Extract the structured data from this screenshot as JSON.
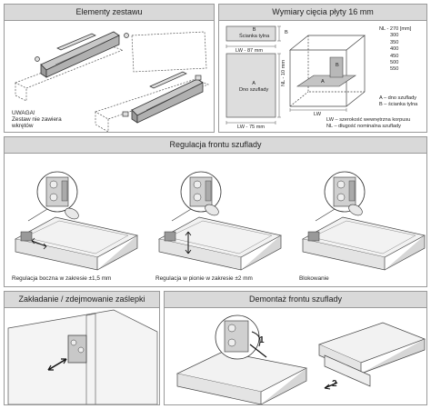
{
  "panels": {
    "elementy": {
      "title": "Elementy zestawu",
      "warning": [
        "UWAGA!",
        "Zestaw nie zawiera",
        "wkrętów"
      ]
    },
    "wymiary": {
      "title": "Wymiary cięcia płyty 16 mm",
      "back_panel": "B\nŚcianka tylna",
      "back_panel_lines": [
        "B",
        "Ścianka tylna"
      ],
      "back_width": "LW - 87 mm",
      "bottom_label": [
        "A",
        "Dno szuflady"
      ],
      "bottom_length": "NL - 10 mm",
      "bottom_width": "LW - 75 mm",
      "nl_values": [
        "NL - 270 [mm]",
        "300",
        "350",
        "400",
        "450",
        "500",
        "550"
      ],
      "legend": [
        "A – dno szuflady",
        "B – ścianka tylna"
      ],
      "notes": [
        "LW – szerokość wewnętrzna korpusu",
        "NL – długość nominalna szuflady"
      ],
      "iso_labels": [
        "A",
        "B",
        "LW"
      ],
      "dim_letter": "B"
    },
    "regulacja": {
      "title": "Regulacja frontu szuflady",
      "captions": [
        "Regulacja boczna w zakresie ±1,5 mm",
        "Regulacja w pionie w zakresie ±2 mm",
        "Blokowanie"
      ]
    },
    "zakladanie": {
      "title": "Zakładanie / zdejmowanie zaślepki"
    },
    "demontaz": {
      "title": "Demontaż frontu szuflady",
      "steps": [
        "1",
        "2"
      ]
    }
  },
  "colors": {
    "title_bar": "#d9d9d9",
    "border": "#9a9a9a",
    "panel_fill": "#e6e6e6"
  }
}
